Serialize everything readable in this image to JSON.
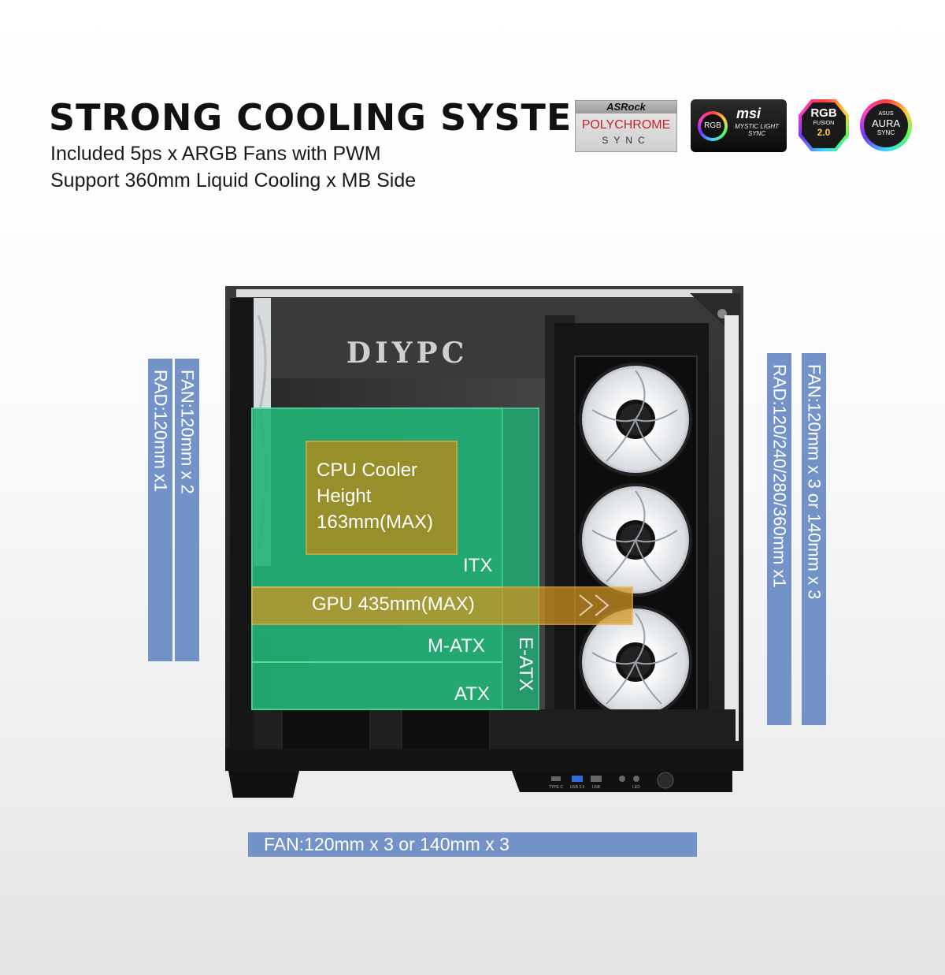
{
  "header": {
    "title": "STRONG COOLING SYSTEM",
    "subtitle_1": "Included 5ps x ARGB Fans with PWM",
    "subtitle_2": "Support 360mm Liquid Cooling x MB Side"
  },
  "logos": {
    "asrock": {
      "brand": "ASRock",
      "line1": "POLYCHROME",
      "line2": "SYNC"
    },
    "msi": {
      "badge": "RGB",
      "brand": "msi",
      "line": "MYSTIC LIGHT SYNC"
    },
    "gigabyte": {
      "line1": "RGB",
      "line2": "FUSION",
      "line3": "2.0"
    },
    "asus": {
      "brand": "ASUS",
      "line1": "AURA",
      "line2": "SYNC"
    }
  },
  "specs": {
    "left_fan": "FAN:120mm x 2",
    "left_rad": "RAD:120mm x1",
    "right_fan": "FAN:120mm x 3 or 140mm x 3",
    "right_rad": "RAD:120/240/280/360mm x1",
    "bottom_fan": "FAN:120mm x 3 or 140mm x 3"
  },
  "case": {
    "brand": "DIYPC",
    "cpu_cooler": [
      "CPU Cooler",
      "Height",
      "163mm(MAX)"
    ],
    "itx": "ITX",
    "gpu": "GPU 435mm(MAX)",
    "matx": "M-ATX",
    "atx": "ATX",
    "eatx": "E-ATX",
    "ports": [
      "TYPE-C",
      "USB 3.0",
      "USB",
      "LED"
    ]
  },
  "colors": {
    "bar_blue": "#7393c8",
    "overlay_green": "#1fb277",
    "overlay_orange": "#c9941a"
  }
}
